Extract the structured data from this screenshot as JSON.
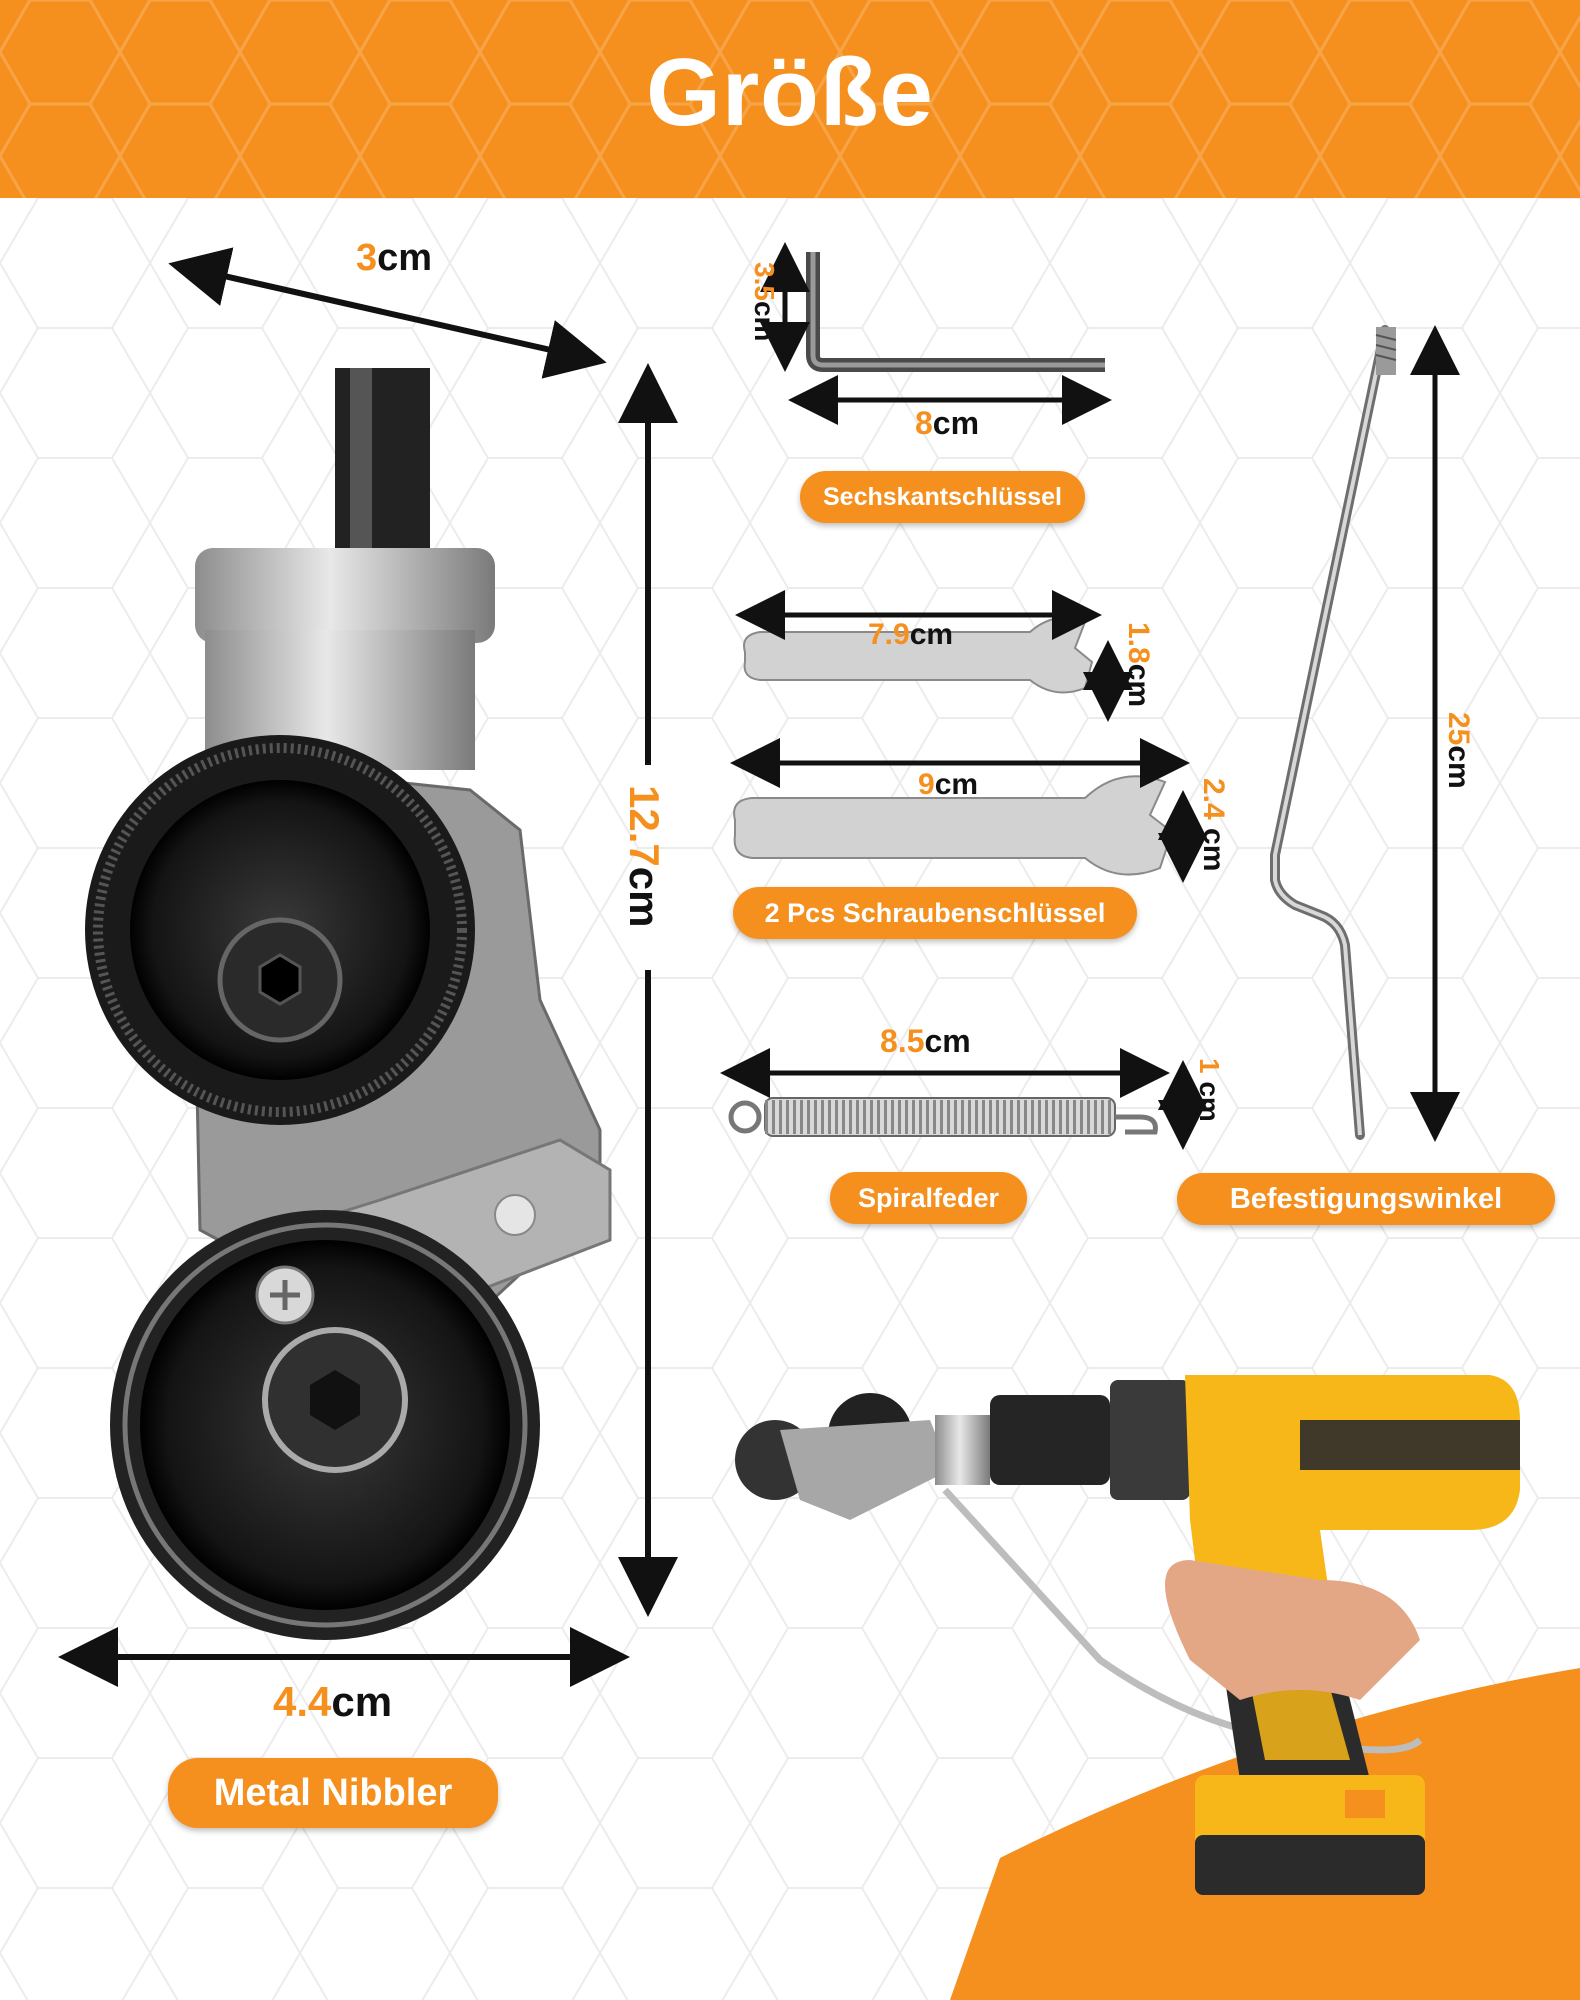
{
  "header": {
    "title": "Größe"
  },
  "nibbler": {
    "width_top": {
      "num": "3",
      "unit": "cm"
    },
    "height": {
      "num": "12.7",
      "unit": "cm"
    },
    "width_bottom": {
      "num": "4.4",
      "unit": "cm"
    },
    "label": "Metal Nibbler"
  },
  "hex_key": {
    "height": {
      "num": "3.5",
      "unit": "cm"
    },
    "width": {
      "num": "8",
      "unit": "cm"
    },
    "label": "Sechskantschlüssel"
  },
  "wrenches": {
    "small_width": {
      "num": "7.9",
      "unit": "cm"
    },
    "small_jaw": {
      "num": "1.8",
      "unit": "cm"
    },
    "large_width": {
      "num": "9",
      "unit": "cm"
    },
    "large_jaw": {
      "num": "2.4",
      "unit": " cm"
    },
    "label": "2 Pcs Schraubenschlüssel"
  },
  "spring": {
    "width": {
      "num": "8.5",
      "unit": "cm"
    },
    "height": {
      "num": "1",
      "unit": " cm"
    },
    "label": "Spiralfeder"
  },
  "bracket": {
    "height": {
      "num": "25",
      "unit": "cm"
    },
    "label": "Befestigungswinkel"
  },
  "colors": {
    "accent": "#f5901e",
    "drill_yellow": "#f7b718",
    "metal": "#b9b9b9",
    "dark": "#1a1a1a"
  },
  "icons": [
    "hexagon-pattern",
    "arrow-icon",
    "nibbler-tool",
    "hex-key",
    "wrench",
    "spring",
    "bracket-rod",
    "drill"
  ]
}
